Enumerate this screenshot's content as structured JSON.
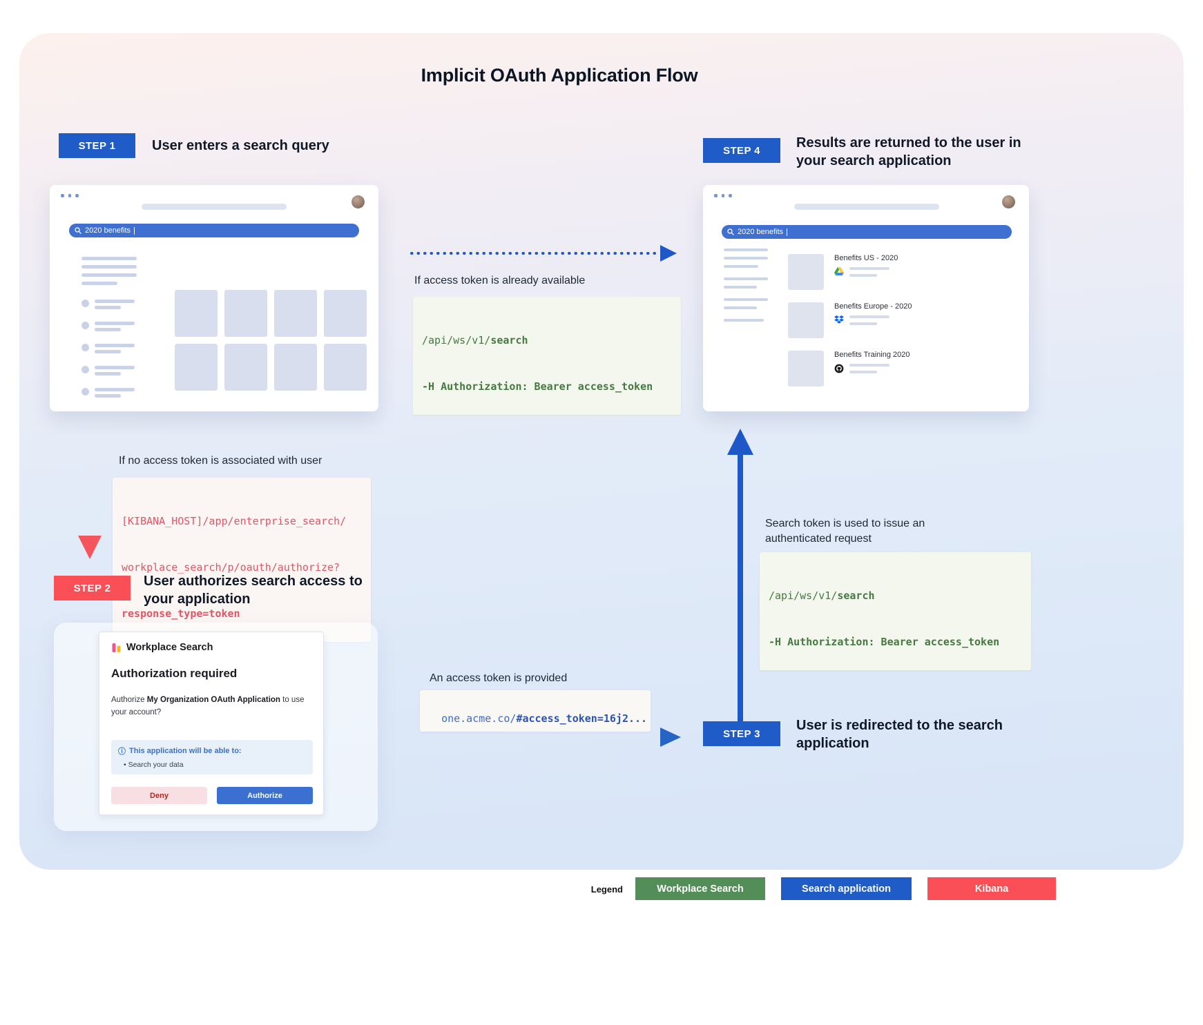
{
  "title": "Implicit OAuth Application Flow",
  "colors": {
    "blue": "#1f5cc8",
    "red": "#fb4f57",
    "green": "#538d57"
  },
  "steps": [
    {
      "badge": "STEP 1",
      "title": "User enters a search query"
    },
    {
      "badge": "STEP 2",
      "title": "User authorizes search access to your application"
    },
    {
      "badge": "STEP 3",
      "title": "User is redirected to the search application"
    },
    {
      "badge": "STEP 4",
      "title": "Results are returned to the user in your search application"
    }
  ],
  "browser1": {
    "query": "2020 benefits"
  },
  "browser2": {
    "query": "2020 benefits",
    "results": [
      {
        "title": "Benefits US - 2020",
        "icon": "google-drive"
      },
      {
        "title": "Benefits Europe - 2020",
        "icon": "dropbox"
      },
      {
        "title": "Benefits Training 2020",
        "icon": "github"
      }
    ]
  },
  "notes": {
    "token_available": "If access token is already available",
    "no_token": "If no access token is associated with user",
    "token_provided": "An access token is provided",
    "authenticated_request": "Search token is used to issue an authenticated request"
  },
  "code": {
    "api_request": {
      "path": "/api/ws/v1/",
      "endpoint": "search",
      "header": "-H Authorization: Bearer access_token"
    },
    "kibana_authorize_url": {
      "line1": "[KIBANA_HOST]/app/enterprise_search/",
      "line2": "workplace_search/p/oauth/authorize?",
      "line3": "response_type=token"
    },
    "redirect_url": {
      "host": "one.acme.co/",
      "fragment": "#access_token=16j2..."
    }
  },
  "auth_dialog": {
    "brand": "Workplace Search",
    "heading": "Authorization required",
    "body_prefix": "Authorize ",
    "body_app": "My Organization OAuth Application",
    "body_suffix": " to use your account?",
    "info_title": "This application will be able to:",
    "permission": "Search your data",
    "deny_label": "Deny",
    "authorize_label": "Authorize"
  },
  "legend": {
    "label": "Legend",
    "items": [
      {
        "label": "Workplace Search",
        "color": "#538d57"
      },
      {
        "label": "Search application",
        "color": "#1f5cc8"
      },
      {
        "label": "Kibana",
        "color": "#fb4f57"
      }
    ]
  },
  "icons": {
    "info": "ⓘ"
  }
}
